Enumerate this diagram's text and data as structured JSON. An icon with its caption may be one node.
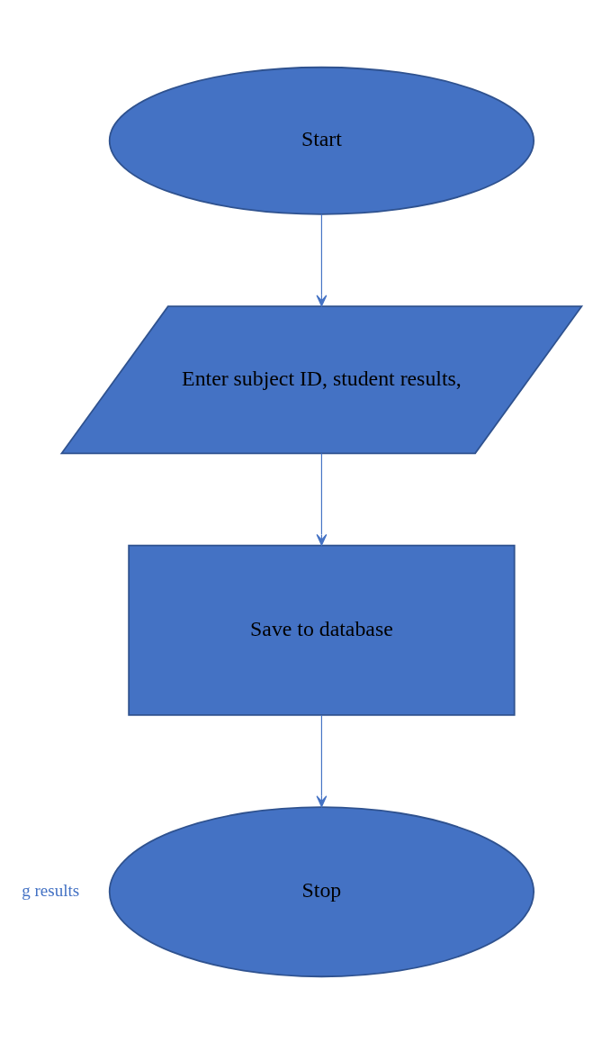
{
  "diagram": {
    "nodes": [
      {
        "text": [
          "Start"
        ]
      },
      {
        "text": [
          "Enter subject ID, student results,"
        ]
      },
      {
        "text": [
          "Save to database"
        ]
      },
      {
        "text": [
          "Stop"
        ]
      }
    ],
    "edges": [
      {
        "from": 0,
        "to": 1,
        "arrow": "to"
      },
      {
        "from": 1,
        "to": 2,
        "arrow": "to"
      },
      {
        "from": 2,
        "to": 3,
        "arrow": "to"
      }
    ],
    "labels": [
      "g results"
    ]
  }
}
